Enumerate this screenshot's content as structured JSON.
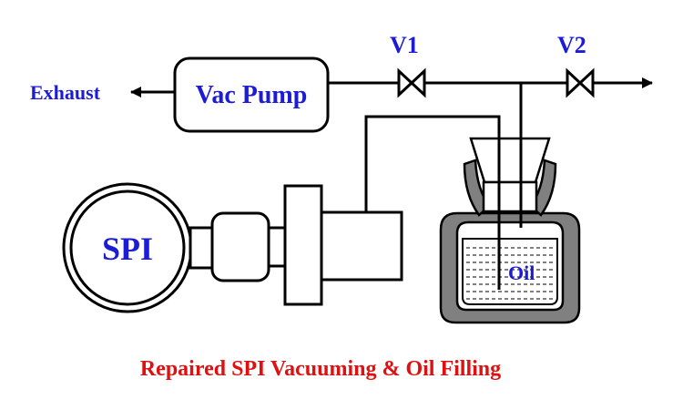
{
  "labels": {
    "exhaust": "Exhaust",
    "vac_pump": "Vac Pump",
    "v1": "V1",
    "v2": "V2",
    "spi": "SPI",
    "oil": "Oil"
  },
  "caption": "Repaired SPI Vacuuming & Oil Filling",
  "colors": {
    "label_blue": "#1c1cd6",
    "caption_red": "#e01010",
    "line": "#000000",
    "vessel_fill": "#808080",
    "oil_fill": "#ffffff"
  }
}
